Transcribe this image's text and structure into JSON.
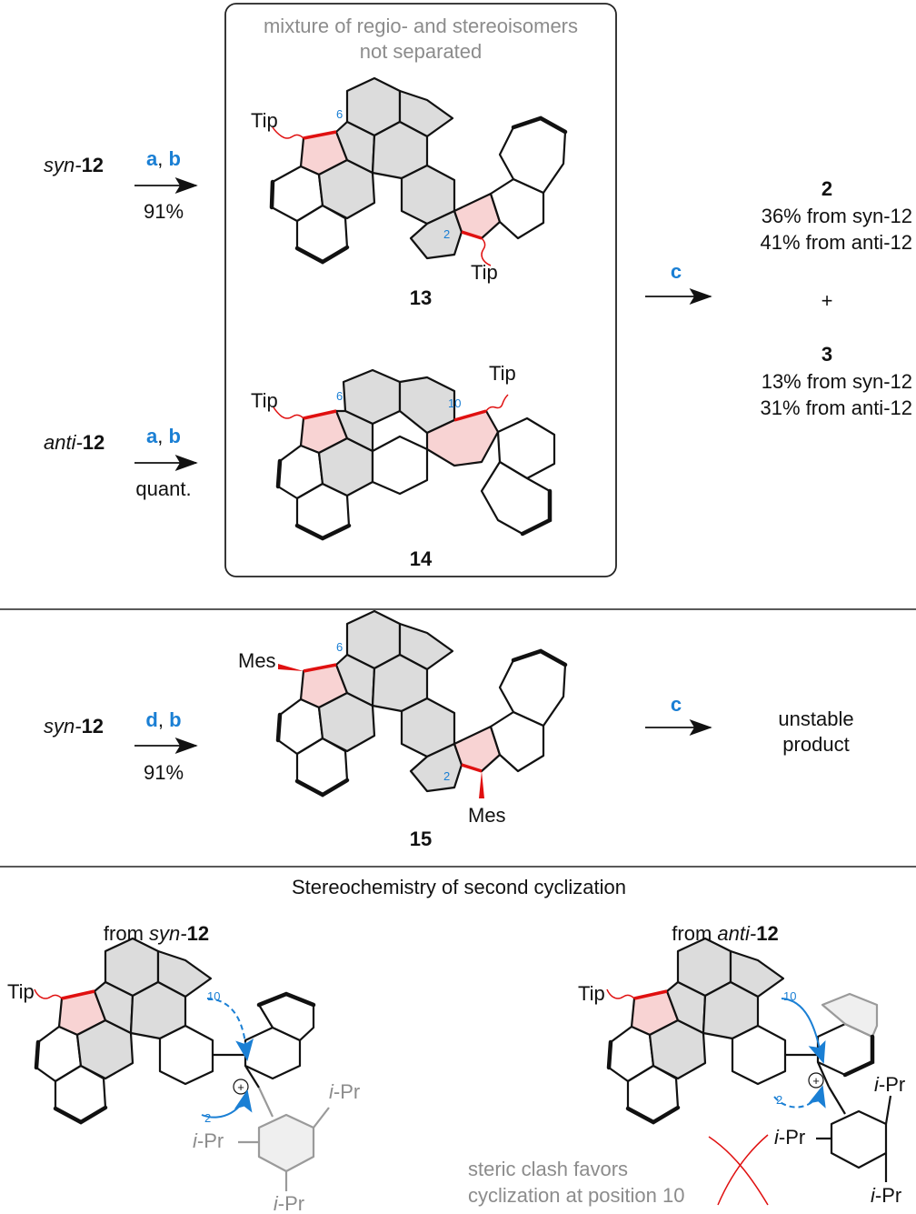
{
  "box": {
    "header_line1": "mixture of regio- and stereoisomers",
    "header_line2": "not separated"
  },
  "compounds": {
    "c13": "13",
    "c14": "14",
    "c15": "15"
  },
  "substituents": {
    "tip": "Tip",
    "mes": "Mes",
    "ipr": "i-Pr"
  },
  "positions": {
    "p6": "6",
    "p2": "2",
    "p10": "10"
  },
  "reactions": {
    "r1": {
      "reactant": "syn-12",
      "reactant_prefix": "syn-",
      "reactant_num": "12",
      "reagents": [
        "a",
        "b"
      ],
      "yield": "91%"
    },
    "r2": {
      "reactant": "anti-12",
      "reactant_prefix": "anti-",
      "reactant_num": "12",
      "reagents": [
        "a",
        "b"
      ],
      "yield": "quant."
    },
    "r3": {
      "reagent": "c"
    },
    "r4": {
      "reactant": "syn-12",
      "reactant_prefix": "syn-",
      "reactant_num": "12",
      "reagents": [
        "d",
        "b"
      ],
      "yield": "91%"
    },
    "r5": {
      "reagent": "c"
    }
  },
  "products": {
    "p2": {
      "label": "2",
      "line1": "36% from syn-12",
      "line2": "41% from anti-12"
    },
    "plus": "+",
    "p3": {
      "label": "3",
      "line1": "13% from syn-12",
      "line2": "31% from anti-12"
    },
    "unstable_line1": "unstable",
    "unstable_line2": "product"
  },
  "bottom": {
    "section_title": "Stereochemistry of second cyclization",
    "left_caption_prefix": "from ",
    "left_caption_it": "syn-",
    "left_caption_num": "12",
    "right_caption_prefix": "from ",
    "right_caption_it": "anti-",
    "right_caption_num": "12",
    "note_line1": "steric clash favors",
    "note_line2": "cyclization at position 10"
  },
  "colors": {
    "accent_blue": "#1a7fd4",
    "bond_red": "#e01010",
    "fill_gray": "#dcdcdc",
    "fill_pink": "#f8d3d3",
    "muted_gray": "#8c8c8c"
  }
}
